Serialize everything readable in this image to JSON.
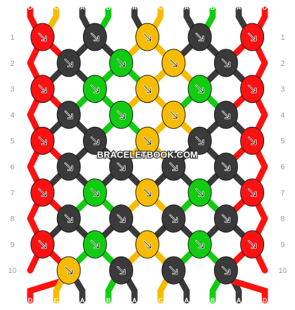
{
  "colors": {
    "A": "#3a3a3a",
    "B": "#11cc11",
    "C": "#f7bb00",
    "D": "#ff1111"
  },
  "label_text_colors": {
    "A": "#ffffff",
    "B": "#ffffff",
    "C": "#ffffff",
    "D": "#ffffff"
  },
  "strands": [
    "D",
    "C",
    "A",
    "B",
    "A",
    "C",
    "A",
    "B",
    "A",
    "D"
  ],
  "row_numbers": [
    "1",
    "2",
    "3",
    "4",
    "5",
    "6",
    "7",
    "8",
    "9",
    "10"
  ],
  "knot_icon": "forward-knot-arrow-icon",
  "watermark": "BRACELETBOOK.COM",
  "knots": [
    [
      "D",
      "A",
      "C",
      "A",
      "D"
    ],
    [
      "A",
      "B",
      "C",
      "A"
    ],
    [
      "D",
      "B",
      "C",
      "B",
      "D"
    ],
    [
      "A",
      "B",
      "C",
      "A"
    ],
    [
      "D",
      "A",
      "C",
      "A",
      "D"
    ],
    [
      "A",
      "A",
      "A",
      "A"
    ],
    [
      "D",
      "B",
      "C",
      "B",
      "D"
    ],
    [
      "A",
      "A",
      "A",
      "A"
    ],
    [
      "D",
      "B",
      "C",
      "B",
      "D"
    ],
    [
      "C",
      "A",
      "A",
      "A"
    ]
  ]
}
